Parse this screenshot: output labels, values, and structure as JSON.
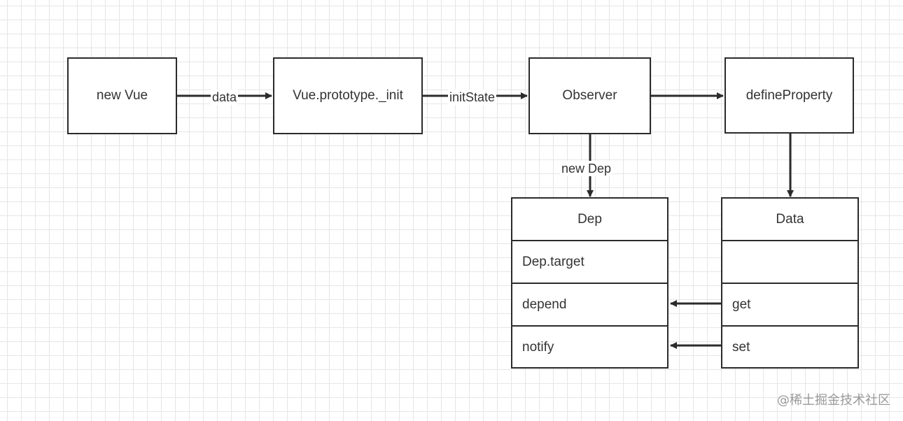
{
  "nodes": {
    "new_vue": "new Vue",
    "vue_init": "Vue.prototype._init",
    "observer": "Observer",
    "define_property": "defineProperty"
  },
  "edges": {
    "data": "data",
    "init_state": "initState",
    "new_dep": "new Dep"
  },
  "dep_table": {
    "header": "Dep",
    "rows": [
      "Dep.target",
      "depend",
      "notify"
    ]
  },
  "data_table": {
    "header": "Data",
    "rows": [
      "",
      "get",
      "set"
    ]
  },
  "watermark": "@稀土掘金技术社区"
}
